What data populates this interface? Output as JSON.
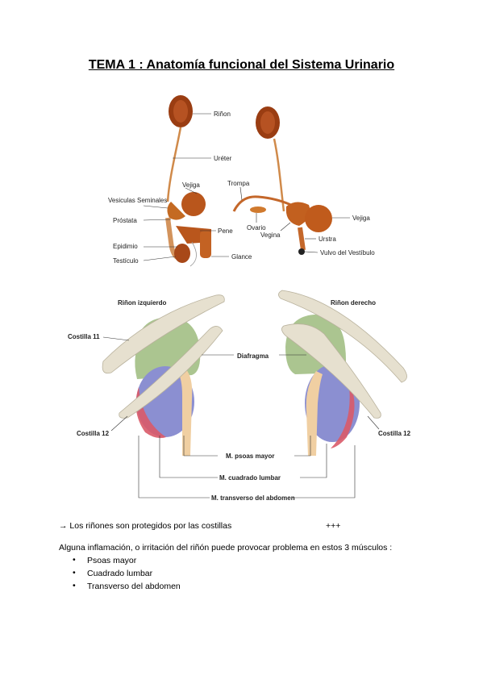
{
  "title": "TEMA 1 : Anatomía funcional del Sistema Urinario",
  "figure_top": {
    "male_labels": [
      "Riñon",
      "Uréter",
      "Vejiga",
      "Vesiculas Seminales",
      "Próstata",
      "Pene",
      "Epidimio",
      "Testículo",
      "Glance"
    ],
    "female_labels": [
      "Trompa",
      "Ovario",
      "Vegina",
      "Vejiga",
      "Urstra",
      "Vulvo del Vestíbulo"
    ]
  },
  "figure_bottom": {
    "rinon_izquierdo": "Riñon izquierdo",
    "rinon_derecho": "Riñon derecho",
    "costilla_11": "Costilla 11",
    "costilla_12_left": "Costilla 12",
    "costilla_12_right": "Costilla 12",
    "diafragma": "Diafragma",
    "psoas": "M. psoas mayor",
    "cuadrado": "M. cuadrado lumbar",
    "transverso": "M. transverso del abdomen"
  },
  "text": {
    "arrow": "→",
    "line1": "Los riñones son protegidos por las costillas",
    "plus": "+++",
    "line2": "Alguna inflamación, o irritación del riñón puede provocar problema en estos 3 músculos :",
    "bullets": [
      "Psoas mayor",
      "Cuadrado lumbar",
      "Transverso del abdomen"
    ]
  }
}
